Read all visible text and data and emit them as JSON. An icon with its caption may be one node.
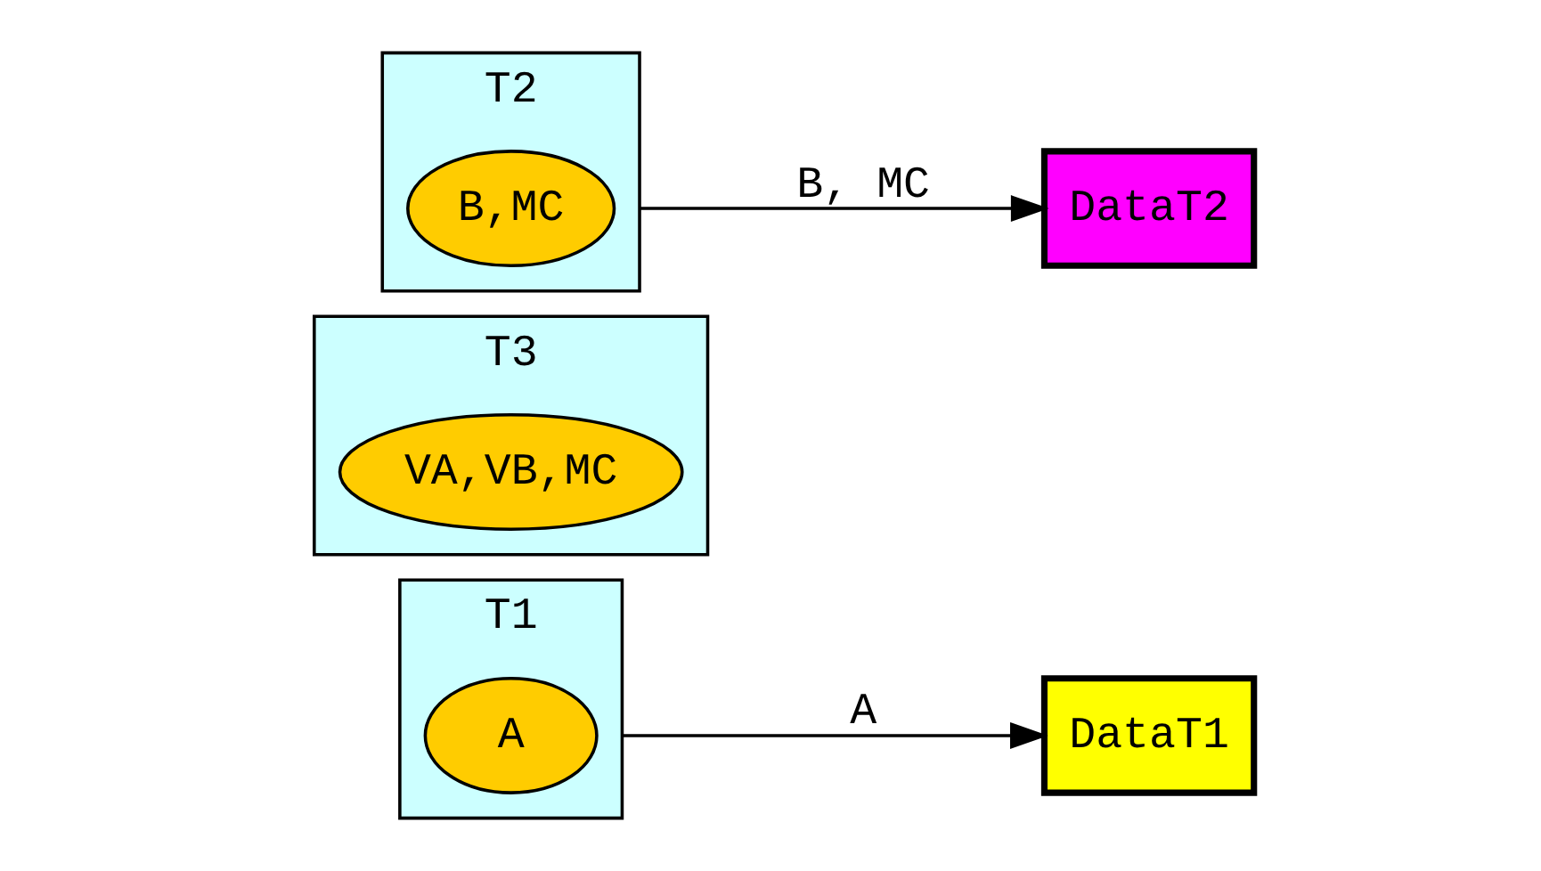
{
  "diagram": {
    "nodes": [
      {
        "text": [
          "T1"
        ]
      },
      {
        "text": [
          "A"
        ],
        "in": 0
      },
      {
        "text": [
          "T3"
        ]
      },
      {
        "text": [
          "DataT1"
        ]
      },
      {
        "text": [
          "DataT2"
        ]
      },
      {
        "text": [
          "VA,VB,MC"
        ],
        "in": 2
      },
      {
        "text": [
          "T2"
        ]
      },
      {
        "text": [
          "B,MC"
        ],
        "in": 6
      }
    ],
    "edges": [
      {
        "from": 0,
        "to": 3,
        "arrow": "to",
        "label": "A"
      },
      {
        "from": 6,
        "to": 4,
        "arrow": "to",
        "label": "B, MC"
      }
    ]
  }
}
